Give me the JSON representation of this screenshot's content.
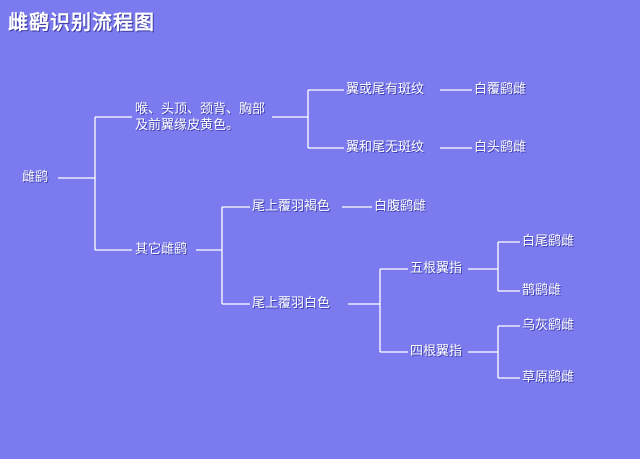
{
  "title": "雌鹞识别流程图",
  "colors": {
    "background": "#7B7BEF",
    "lines": "#ffffff",
    "text": "#ffffff"
  },
  "nodes": {
    "root": "雌鹞",
    "throat": "喉、头顶、颈背、胸部及前翼缘皮黄色。",
    "wing_tail_spots": "翼或尾有斑纹",
    "white_belly_marsh": "白覆鹞雌",
    "wing_tail_nospots": "翼和尾无斑纹",
    "white_head": "白头鹞雌",
    "other": "其它雌鹞",
    "tail_brown": "尾上覆羽褐色",
    "white_belly": "白腹鹞雌",
    "tail_white": "尾上覆羽白色",
    "five_finger": "五根翼指",
    "hen_harrier": "白尾鹞雌",
    "pied": "鹊鹞雌",
    "four_finger": "四根翼指",
    "montagu": "乌灰鹞雌",
    "pallid": "草原鹞雌"
  }
}
